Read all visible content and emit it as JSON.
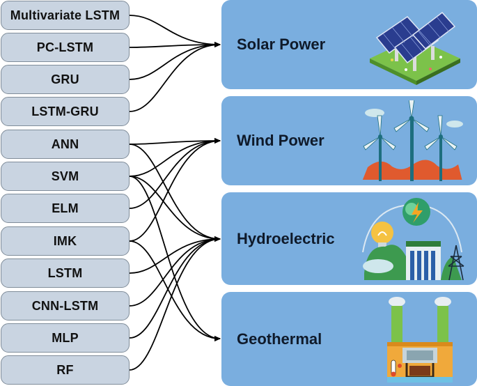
{
  "models": [
    {
      "label": "Multivariate LSTM"
    },
    {
      "label": "PC-LSTM"
    },
    {
      "label": "GRU"
    },
    {
      "label": "LSTM-GRU"
    },
    {
      "label": "ANN"
    },
    {
      "label": "SVM"
    },
    {
      "label": "ELM"
    },
    {
      "label": "IMK"
    },
    {
      "label": "LSTM"
    },
    {
      "label": "CNN-LSTM"
    },
    {
      "label": "MLP"
    },
    {
      "label": "RF"
    }
  ],
  "energy_sources": [
    {
      "label": "Solar Power",
      "icon": "solar-panel-icon"
    },
    {
      "label": "Wind Power",
      "icon": "wind-turbine-icon"
    },
    {
      "label": "Hydroelectric",
      "icon": "hydro-dam-icon"
    },
    {
      "label": "Geothermal",
      "icon": "geothermal-plant-icon"
    }
  ],
  "links": [
    [
      "Multivariate LSTM",
      "Solar Power"
    ],
    [
      "PC-LSTM",
      "Solar Power"
    ],
    [
      "GRU",
      "Solar Power"
    ],
    [
      "LSTM-GRU",
      "Solar Power"
    ],
    [
      "ANN",
      "Wind Power"
    ],
    [
      "SVM",
      "Wind Power"
    ],
    [
      "ELM",
      "Wind Power"
    ],
    [
      "IMK",
      "Wind Power"
    ],
    [
      "ANN",
      "Hydroelectric"
    ],
    [
      "SVM",
      "Hydroelectric"
    ],
    [
      "LSTM",
      "Hydroelectric"
    ],
    [
      "CNN-LSTM",
      "Hydroelectric"
    ],
    [
      "MLP",
      "Hydroelectric"
    ],
    [
      "RF",
      "Hydroelectric"
    ],
    [
      "SVM",
      "Geothermal"
    ],
    [
      "IMK",
      "Geothermal"
    ]
  ],
  "colors": {
    "model_box_fill": "#c9d4e1",
    "energy_box_fill": "#7aaedf",
    "arrow": "#000000"
  }
}
